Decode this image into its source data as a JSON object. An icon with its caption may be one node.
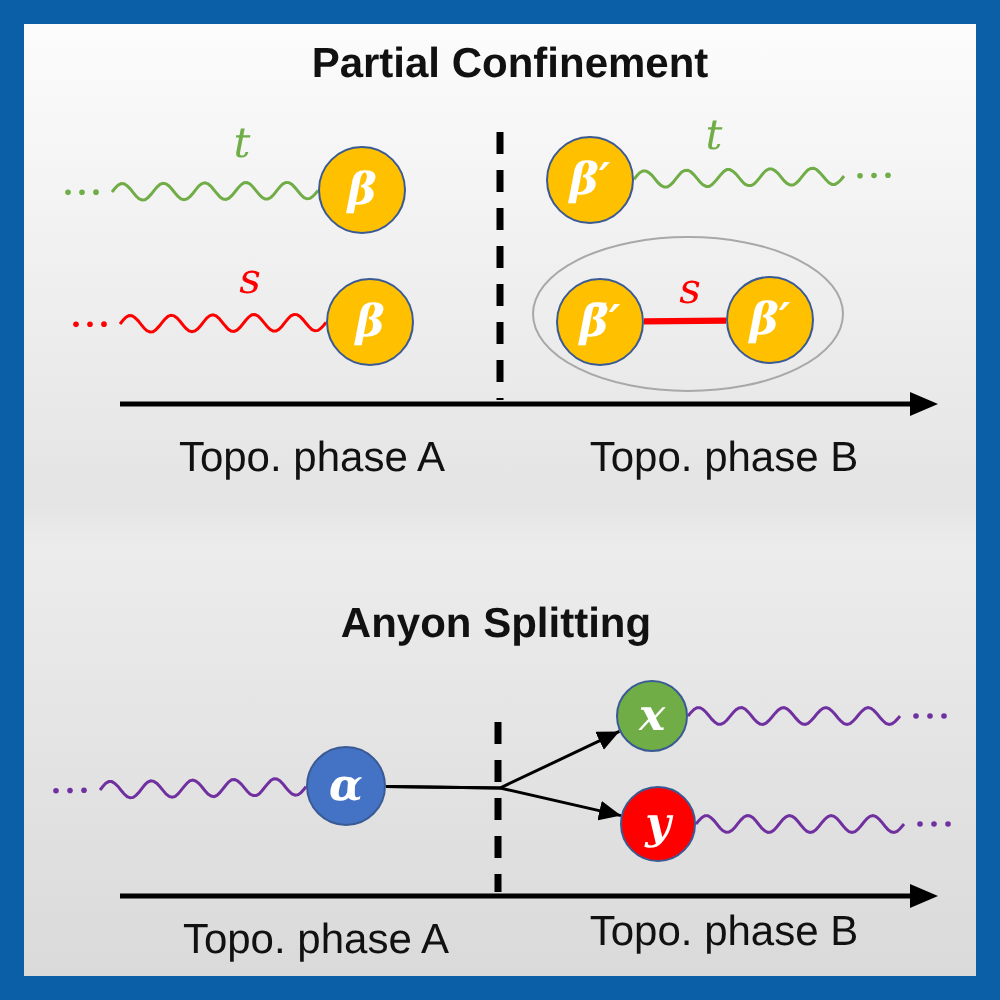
{
  "diagram": {
    "nodes": [
      {
        "text": [
          "β"
        ]
      },
      {
        "text": [
          "β′"
        ]
      },
      {
        "text": [
          "β"
        ]
      },
      {
        "text": [],
        "shape": "ellipse"
      },
      {
        "text": [
          "β̄′"
        ],
        "in": 3
      },
      {
        "text": [
          "β′"
        ],
        "in": 3
      },
      {
        "text": [
          "α"
        ]
      },
      {
        "text": [
          "x"
        ]
      },
      {
        "text": [
          "y"
        ]
      }
    ],
    "edges": [
      {
        "from": null,
        "to": 0,
        "arrow": "none",
        "label": "t",
        "color": "#70ad47"
      },
      {
        "from": 1,
        "to": null,
        "arrow": "none",
        "label": "t",
        "color": "#70ad47"
      },
      {
        "from": null,
        "to": 2,
        "arrow": "none",
        "label": "s",
        "color": "#ff0000"
      },
      {
        "from": 4,
        "to": 5,
        "arrow": "none",
        "label": "s",
        "style": "thick",
        "color": "#ff0000"
      },
      {
        "from": null,
        "to": 6,
        "arrow": "none",
        "color": "#7030a0"
      },
      {
        "from": 6,
        "to": 7,
        "arrow": "to",
        "color": "#000000"
      },
      {
        "from": 6,
        "to": 8,
        "arrow": "to",
        "color": "#000000"
      },
      {
        "from": 7,
        "to": null,
        "arrow": "none",
        "color": "#7030a0"
      },
      {
        "from": 8,
        "to": null,
        "arrow": "none",
        "color": "#7030a0"
      }
    ],
    "labels": [
      "Partial Confinement",
      "Topo. phase A",
      "Topo. phase B",
      "Anyon Splitting",
      "Topo. phase A",
      "Topo. phase B"
    ]
  }
}
